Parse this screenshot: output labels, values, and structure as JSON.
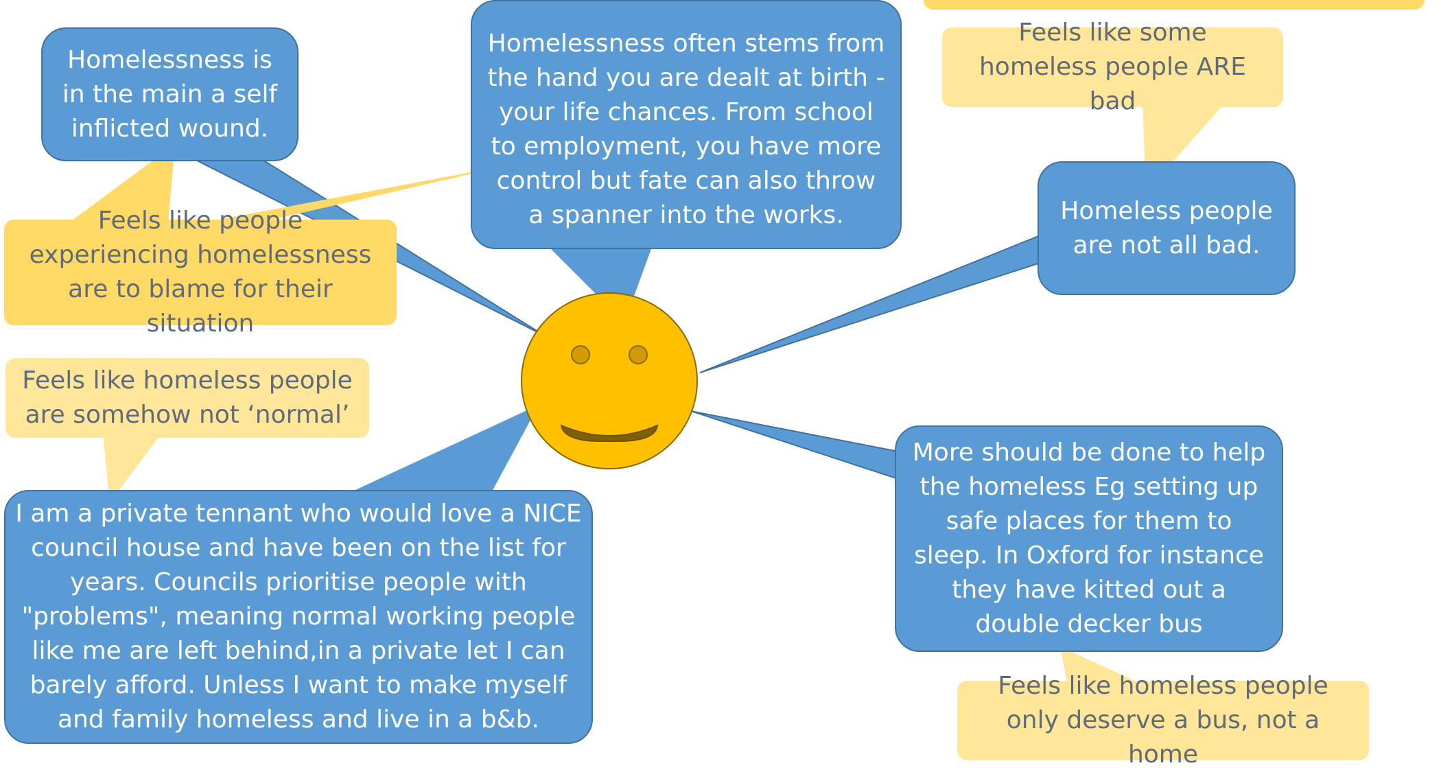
{
  "colors": {
    "comment_fill": "#5b9bd5",
    "comment_border": "#41719c",
    "feeling_fill": "#ffe699",
    "feeling_fill_strong": "#ffd966",
    "face_fill": "#ffc000",
    "face_outline": "#8a6a00",
    "mouth_fill": "#7f6000"
  },
  "center": {
    "icon": "neutral-smiley-face-icon"
  },
  "comments": {
    "self_inflicted": "Homelessness is in the main a self inflicted wound.",
    "life_chances": "Homelessness often stems from the hand you are dealt at birth - your life chances. From school to employment, you have more control but fate can also throw a spanner into the works.",
    "not_all_bad": "Homeless people are not all bad.",
    "private_tenant": "I am a private tennant who would love a NICE council house and have been on the list for years. Councils prioritise people with \"problems\", meaning normal working people like me are left behind,in a private let I can barely afford. Unless I want to make myself and family homeless and live in a b&b.",
    "more_help": "More should be done to help the homeless Eg setting up safe places for them to sleep. In Oxford for instance they have kitted out a double decker bus"
  },
  "feelings": {
    "some_are_bad": "Feels like some homeless people ARE bad",
    "to_blame": "Feels like people experiencing homelessness are to blame for their situation",
    "not_normal": "Feels like homeless people are somehow not ‘normal’",
    "deserve_bus": "Feels like homeless people only deserve a bus, not a home"
  }
}
